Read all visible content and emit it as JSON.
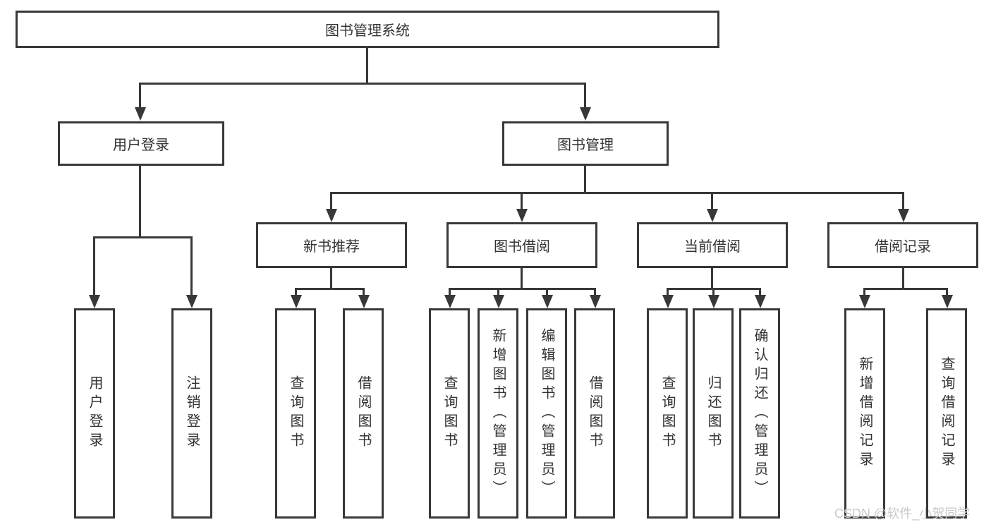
{
  "tree": {
    "label": "图书管理系统",
    "children": [
      {
        "label": "用户登录",
        "children": [
          {
            "label": "用户登录"
          },
          {
            "label": "注销登录"
          }
        ]
      },
      {
        "label": "图书管理",
        "children": [
          {
            "label": "新书推荐",
            "children": [
              {
                "label": "查询图书"
              },
              {
                "label": "借阅图书"
              }
            ]
          },
          {
            "label": "图书借阅",
            "children": [
              {
                "label": "查询图书"
              },
              {
                "label": "新增图书（管理员）"
              },
              {
                "label": "编辑图书（管理员）"
              },
              {
                "label": "借阅图书"
              }
            ]
          },
          {
            "label": "当前借阅",
            "children": [
              {
                "label": "查询图书"
              },
              {
                "label": "归还图书"
              },
              {
                "label": "确认归还（管理员）"
              }
            ]
          },
          {
            "label": "借阅记录",
            "children": [
              {
                "label": "新增借阅记录"
              },
              {
                "label": "查询借阅记录"
              }
            ]
          }
        ]
      }
    ]
  },
  "watermark": "CSDN @软件_小贺同学",
  "colors": {
    "line": "#383838",
    "text": "#333333",
    "box-bg": "#ffffff",
    "page-bg": "#ffffff",
    "watermark": "#c9c9c9"
  }
}
